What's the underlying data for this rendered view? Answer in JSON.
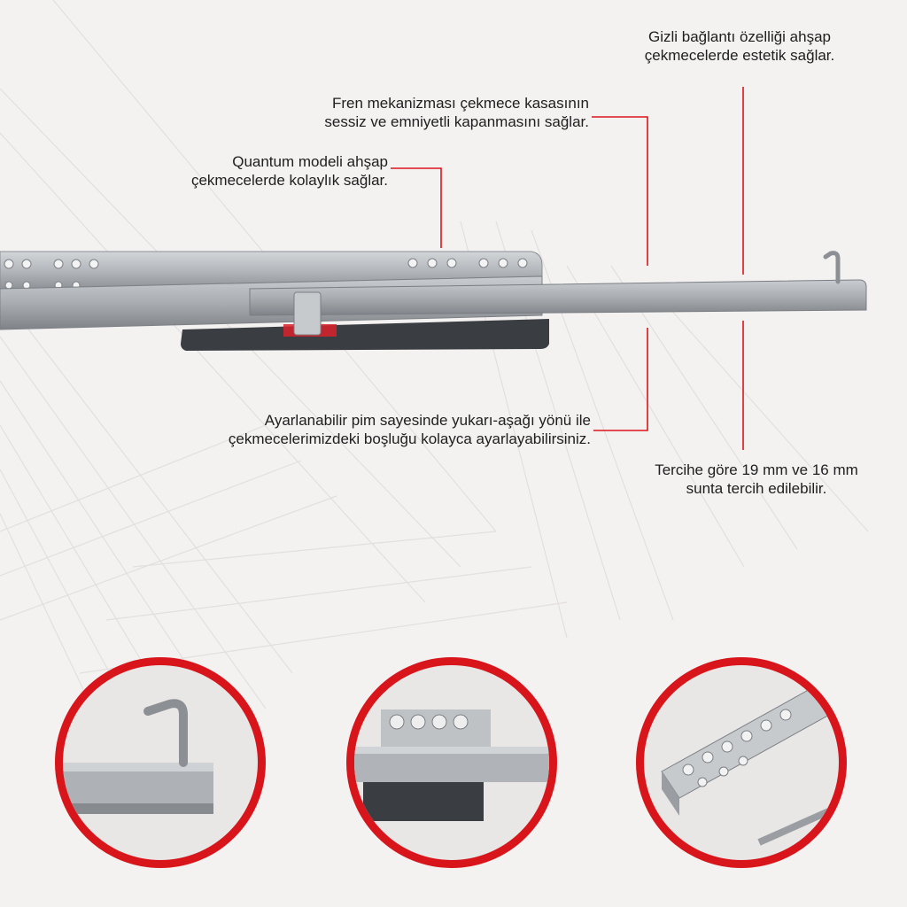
{
  "callouts": {
    "quantum": {
      "line1": "Quantum modeli ahşap",
      "line2": "çekmecelerde kolaylık sağlar."
    },
    "brake": {
      "line1": "Fren mekanizması çekmece kasasının",
      "line2": "sessiz ve emniyetli kapanmasını sağlar."
    },
    "hidden_connection": {
      "line1": "Gizli bağlantı özelliği ahşap",
      "line2": "çekmecelerde estetik sağlar."
    },
    "adjustable_pin": {
      "line1": "Ayarlanabilir pim sayesinde yukarı-aşağı yönü ile",
      "line2": "çekmecelerimizdeki boşluğu kolayca ayarlayabilirsiniz."
    },
    "board_thickness": {
      "line1": "Tercihe göre 19 mm ve 16 mm",
      "line2": "sunta tercih edilebilir."
    }
  },
  "colors": {
    "accent_red": "#d9151c",
    "background": "#f4f2f1",
    "metal": "#b9bdc1",
    "damper": "#3a3d42"
  },
  "details": [
    {
      "icon": "hook-detail"
    },
    {
      "icon": "damper-detail"
    },
    {
      "icon": "perforated-rail-detail"
    }
  ]
}
